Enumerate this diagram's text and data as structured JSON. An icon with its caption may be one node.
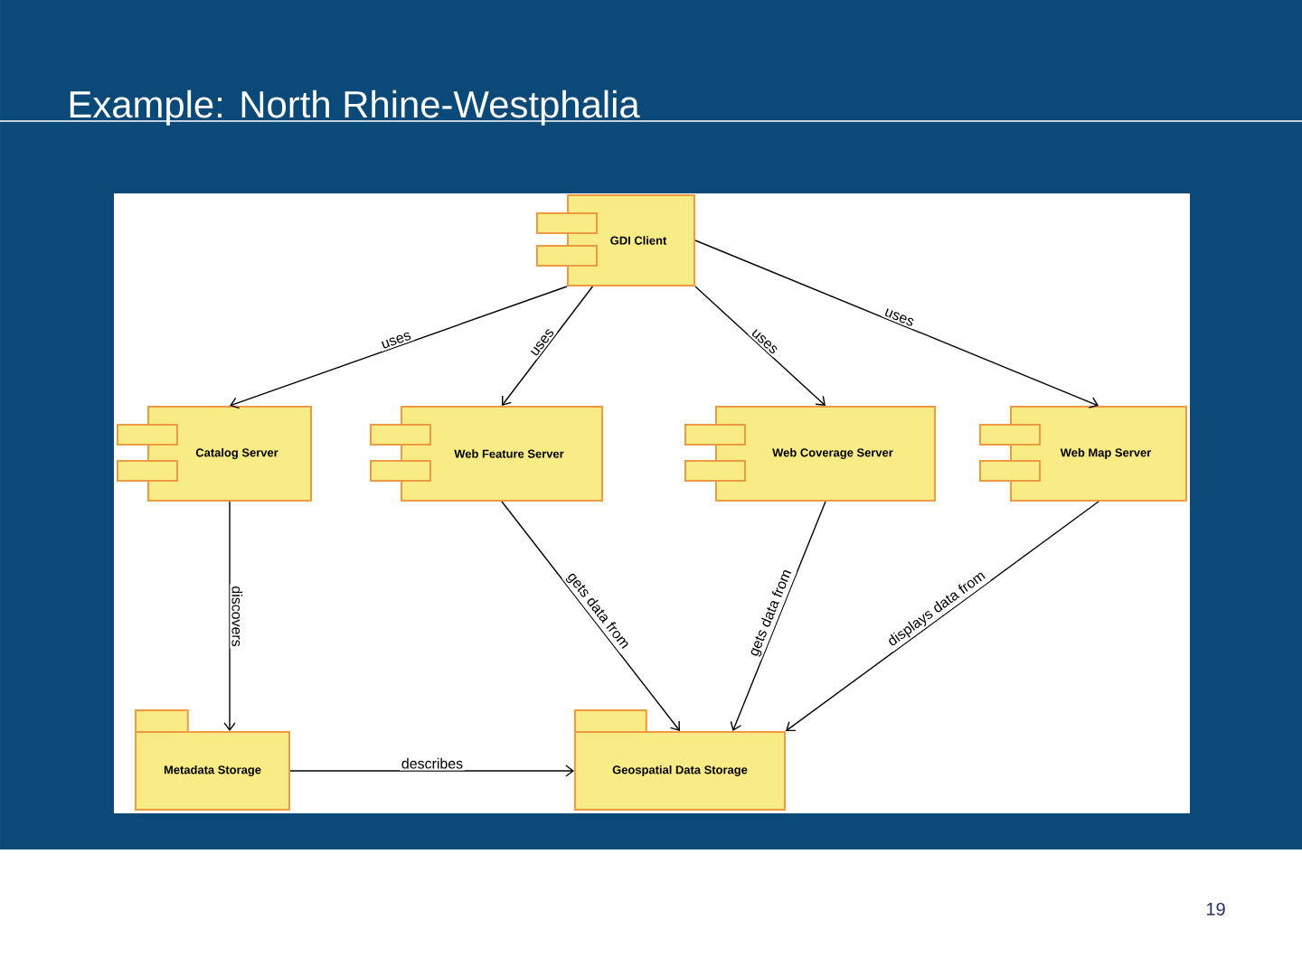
{
  "diagram": {
    "title": "Example: North Rhine-Westphalia",
    "nodes": [
      {
        "text": [
          "GDI Client"
        ]
      },
      {
        "text": [
          "Catalog Server"
        ]
      },
      {
        "text": [
          "Web Feature Server"
        ]
      },
      {
        "text": [
          "Web Coverage Server"
        ]
      },
      {
        "text": [
          "Web Map Server"
        ]
      },
      {
        "text": [
          "Metadata Storage"
        ]
      },
      {
        "text": [
          "Geospatial Data Storage"
        ]
      }
    ],
    "edges": [
      {
        "from": 0,
        "to": 1,
        "arrow": "to",
        "label": "uses"
      },
      {
        "from": 0,
        "to": 2,
        "arrow": "to",
        "label": "uses"
      },
      {
        "from": 0,
        "to": 3,
        "arrow": "to",
        "label": "uses"
      },
      {
        "from": 0,
        "to": 4,
        "arrow": "to",
        "label": "uses"
      },
      {
        "from": 1,
        "to": 5,
        "arrow": "to",
        "label": "discovers"
      },
      {
        "from": 2,
        "to": 6,
        "arrow": "to",
        "label": "gets data from"
      },
      {
        "from": 3,
        "to": 6,
        "arrow": "to",
        "label": "gets data from"
      },
      {
        "from": 4,
        "to": 6,
        "arrow": "to",
        "label": "displays data from"
      },
      {
        "from": 5,
        "to": 6,
        "arrow": "to",
        "label": "describes"
      }
    ],
    "labels": [
      "19"
    ]
  }
}
